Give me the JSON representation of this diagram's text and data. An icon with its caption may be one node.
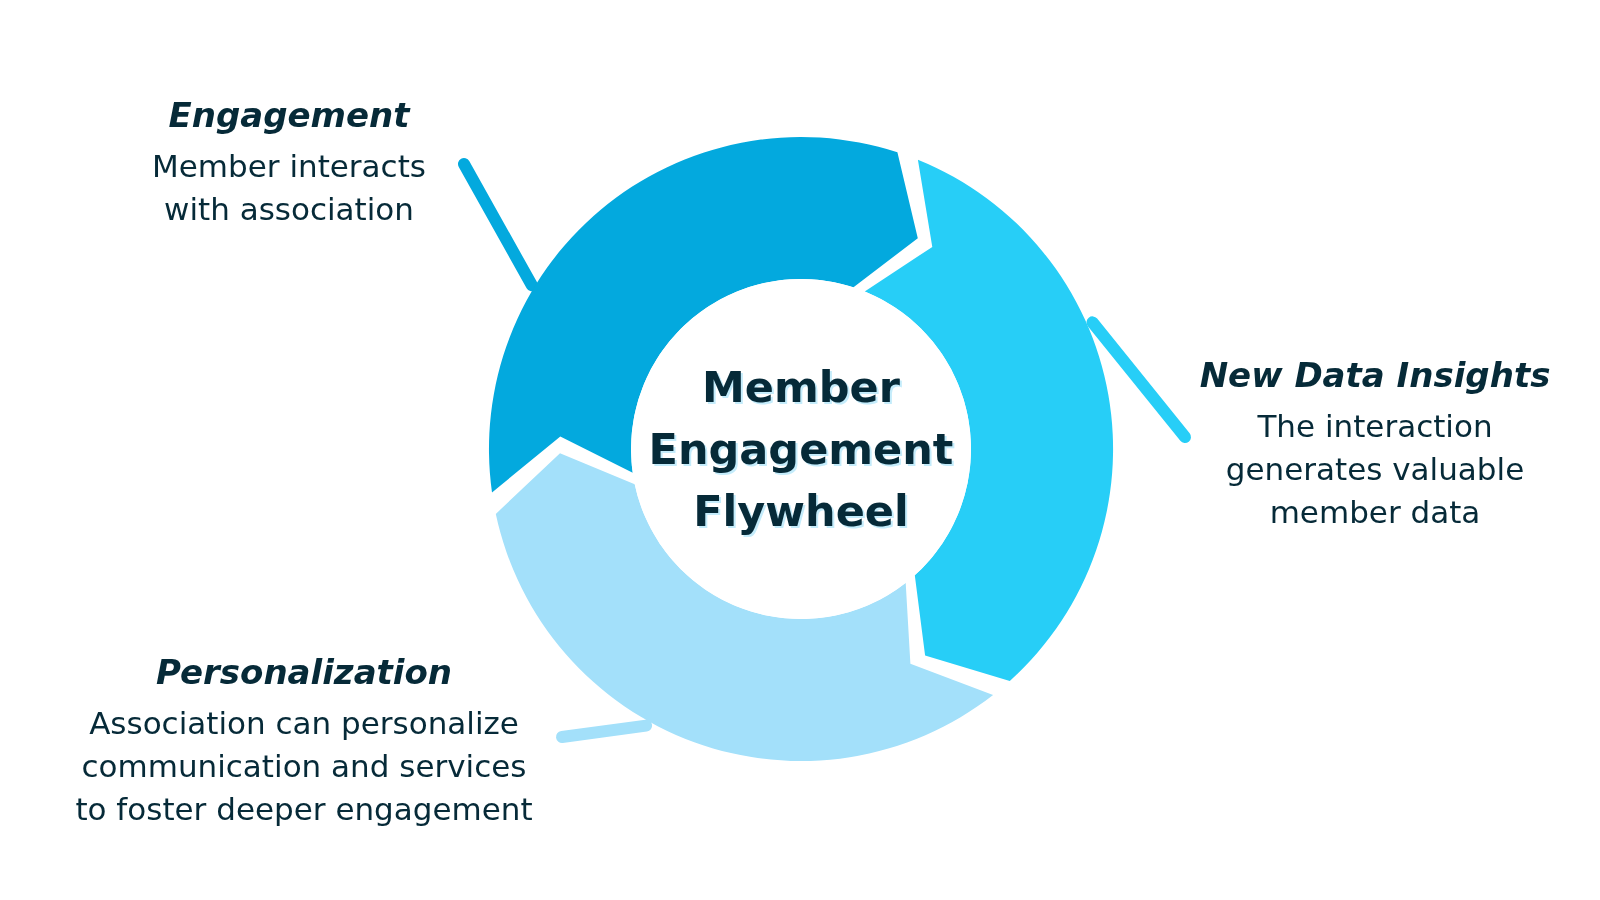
{
  "diagram": {
    "nodes": [
      {
        "text": [
          "Engagement",
          "Member interacts with association"
        ]
      },
      {
        "text": [],
        "shape": "arc"
      },
      {
        "text": [],
        "shape": "arc"
      },
      {
        "text": [
          "Member Engagement Flywheel"
        ]
      },
      {
        "text": [
          "New Data Insights",
          "The interaction generates valuable member data"
        ]
      },
      {
        "text": [],
        "shape": "arc"
      },
      {
        "text": [
          "Personalization",
          "Association can personalize communication and services to foster deeper engagement"
        ]
      }
    ],
    "edges": [
      {
        "from": 0,
        "to": 1,
        "arrow": "none",
        "color": "#03a9de"
      },
      {
        "from": 4,
        "to": 2,
        "arrow": "none",
        "color": "#27cef7"
      },
      {
        "from": 6,
        "to": 5,
        "arrow": "none",
        "color": "#a3e0fa"
      }
    ]
  }
}
